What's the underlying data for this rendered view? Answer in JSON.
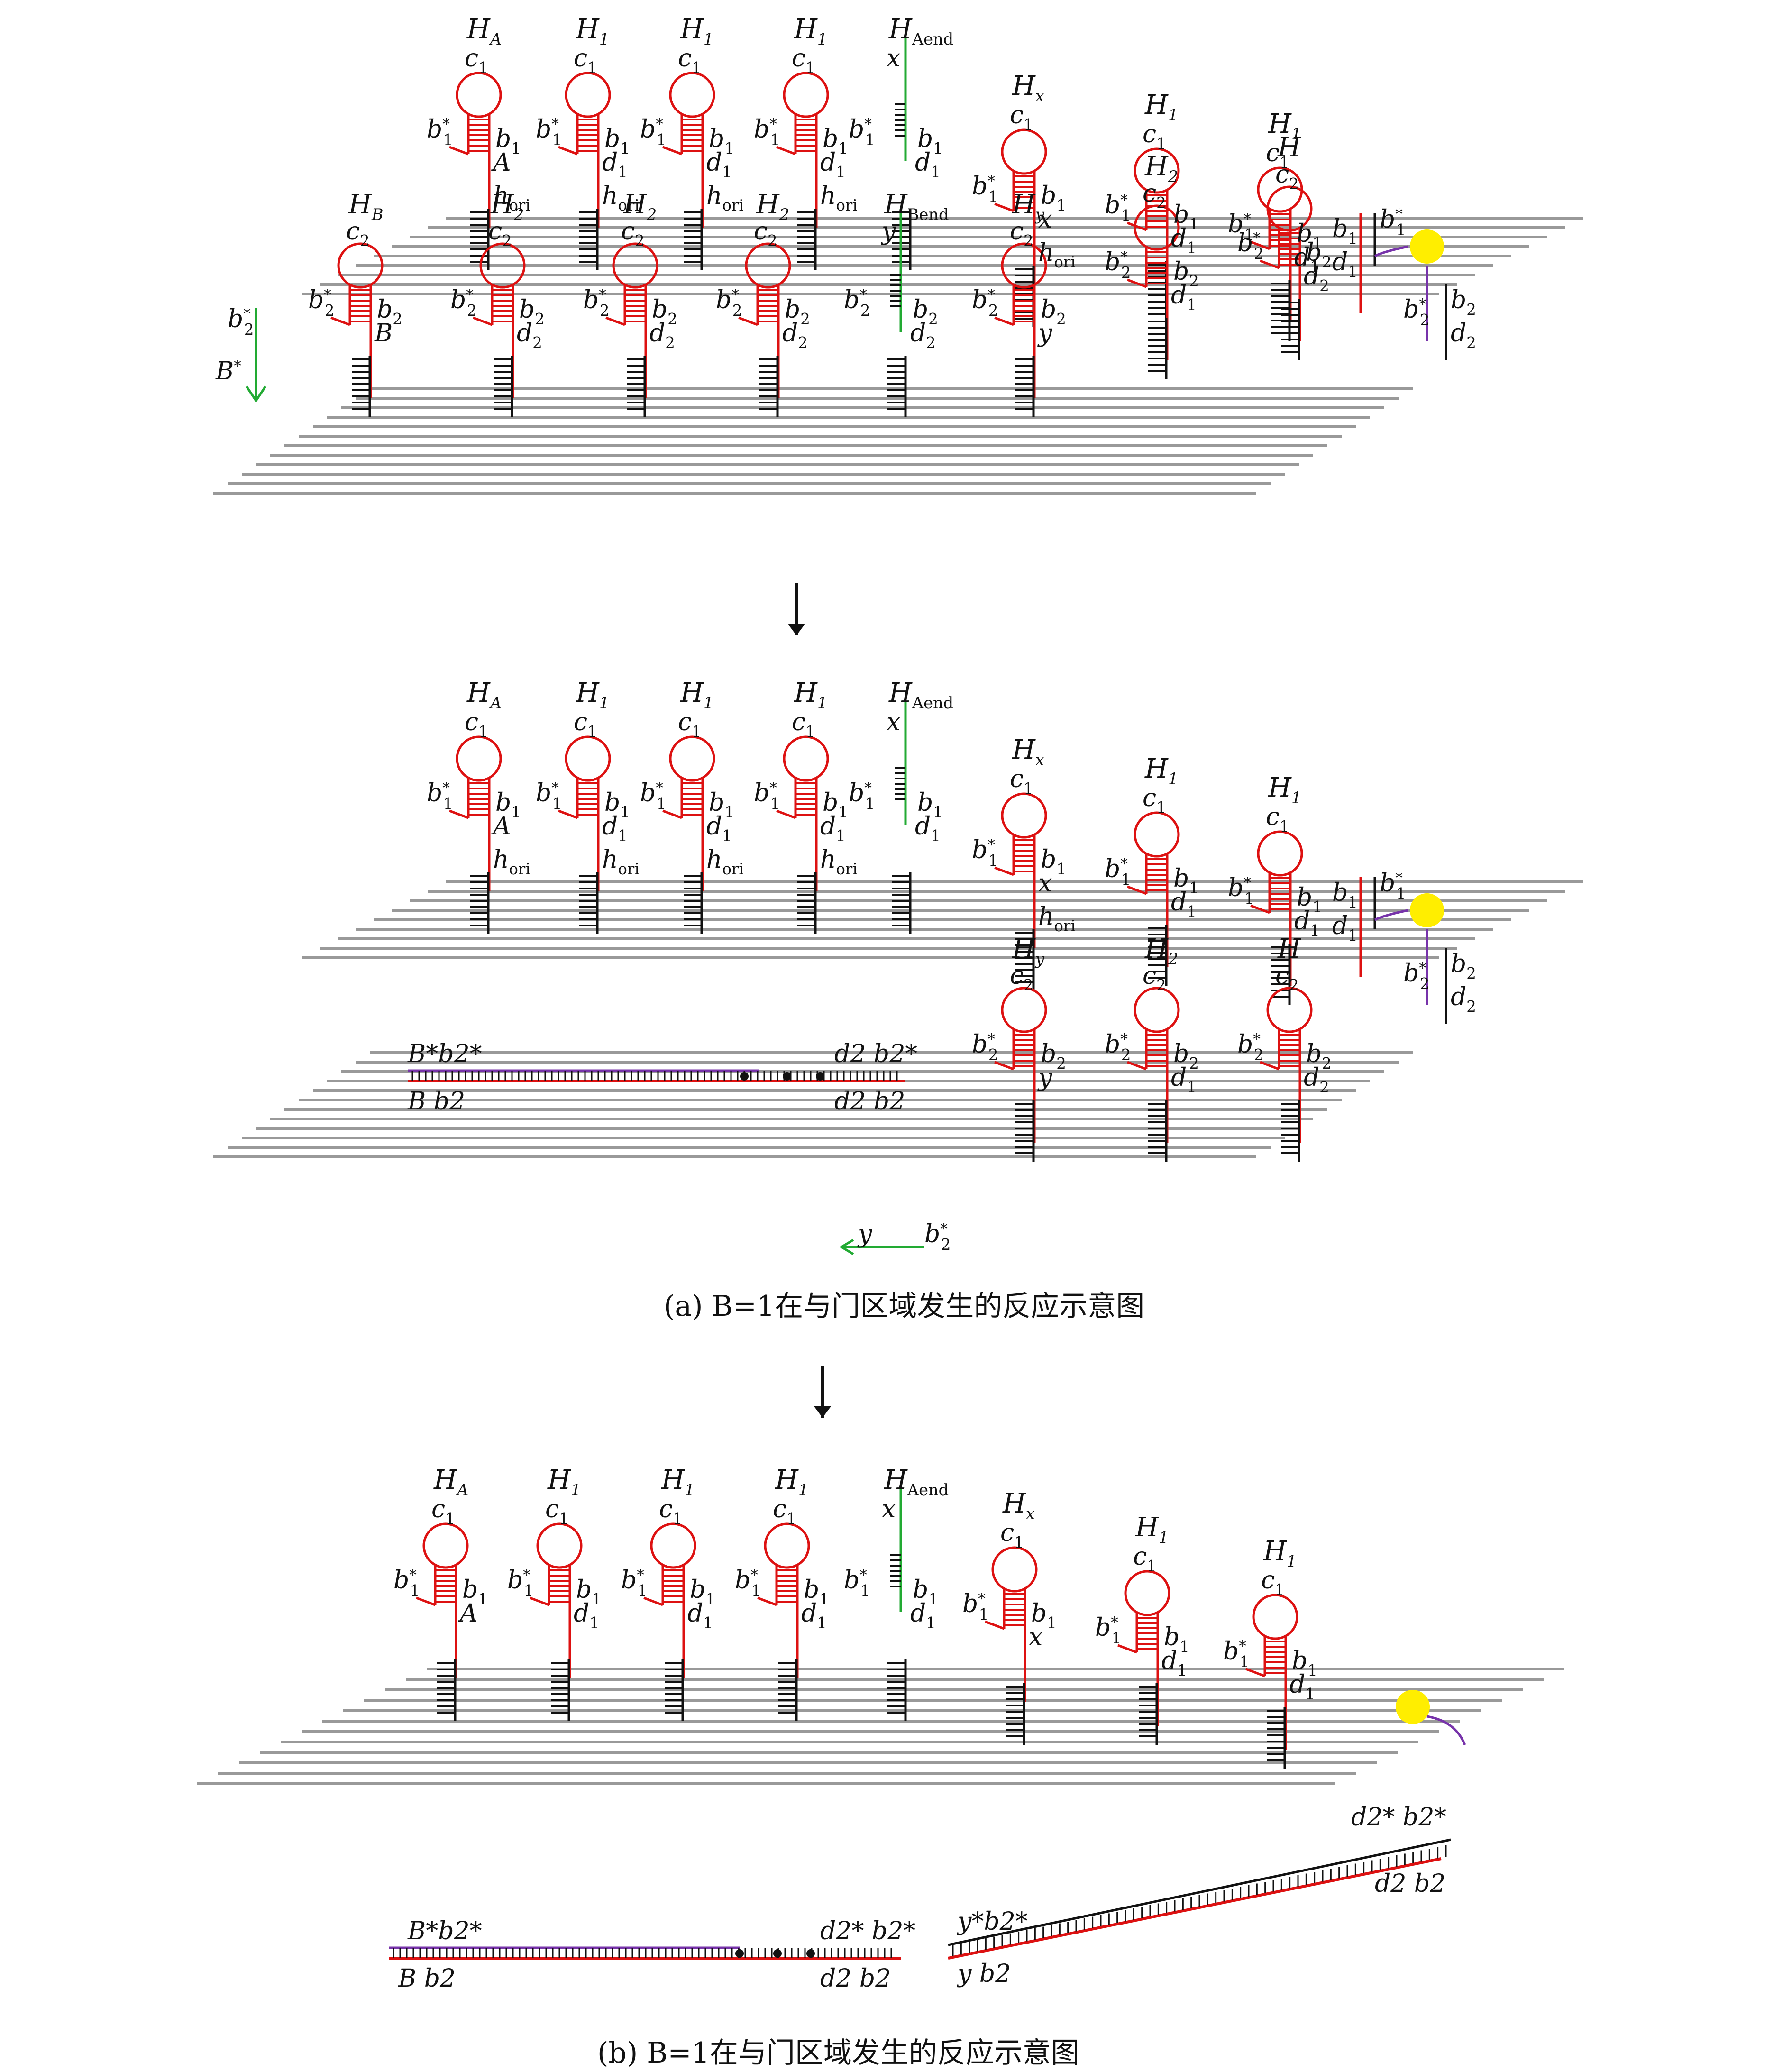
{
  "captions": {
    "a": "(a) B=1在与门区域发生的反应示意图",
    "b": "(b) B=1在与门区域发生的反应示意图"
  },
  "input_strand": {
    "top": "b2*",
    "bottom": "B*"
  },
  "released_strand": {
    "left": "y",
    "right": "b2*"
  },
  "top_row": [
    {
      "name": "H",
      "sub": "A",
      "loop": "c1",
      "left": "b1*",
      "right": "b1",
      "mid": "A",
      "base": "hori"
    },
    {
      "name": "H",
      "sub": "1",
      "loop": "c1",
      "left": "b1*",
      "right": "b1",
      "mid": "d1",
      "base": "hori"
    },
    {
      "name": "H",
      "sub": "1",
      "loop": "c1",
      "left": "b1*",
      "right": "b1",
      "mid": "d1",
      "base": "hori"
    },
    {
      "name": "H",
      "sub": "1",
      "loop": "c1",
      "left": "b1*",
      "right": "b1",
      "mid": "d1",
      "base": "hori"
    },
    {
      "name": "H",
      "sub": "Aend",
      "loop": "x",
      "left": "b1*",
      "right": "b1",
      "mid": "d1",
      "base": ""
    },
    {
      "name": "H",
      "sub": "x",
      "loop": "c1",
      "left": "b1*",
      "right": "b1",
      "mid": "x",
      "base": "hori"
    },
    {
      "name": "H",
      "sub": "1",
      "loop": "c1",
      "left": "b1*",
      "right": "b1",
      "mid": "d1",
      "base": ""
    },
    {
      "name": "H",
      "sub": "1",
      "loop": "c1",
      "left": "b1*",
      "right": "b1",
      "mid": "d1",
      "base": ""
    }
  ],
  "bottom_row": [
    {
      "name": "H",
      "sub": "B",
      "loop": "c2",
      "left": "b2*",
      "right": "b2",
      "mid": "B"
    },
    {
      "name": "H",
      "sub": "2",
      "loop": "c2",
      "left": "b2*",
      "right": "b2",
      "mid": "d2"
    },
    {
      "name": "H",
      "sub": "2",
      "loop": "c2",
      "left": "b2*",
      "right": "b2",
      "mid": "d2"
    },
    {
      "name": "H",
      "sub": "2",
      "loop": "c2",
      "left": "b2*",
      "right": "b2",
      "mid": "d2"
    },
    {
      "name": "H",
      "sub": "Bend",
      "loop": "y",
      "left": "b2*",
      "right": "b2",
      "mid": "d2"
    },
    {
      "name": "H",
      "sub": "y",
      "loop": "c2",
      "left": "b2*",
      "right": "b2",
      "mid": "y"
    },
    {
      "name": "H",
      "sub": "2",
      "loop": "c2",
      "left": "b2*",
      "right": "b2",
      "mid": "d1"
    },
    {
      "name": "H",
      "sub": "",
      "loop": "c2",
      "left": "b2*",
      "right": "b2",
      "mid": "d2"
    }
  ],
  "reporter": {
    "top_left": "b1",
    "top_right": "b1*",
    "mid_left": "d1",
    "bot_left": "b2*",
    "bot_right": "b2",
    "bot_mid": "d2"
  },
  "polymer_a": {
    "top_left": "B*b2*",
    "top_right": "d2 b2*",
    "bot_left": "B  b2",
    "bot_right": "d2 b2"
  },
  "polymer_b": {
    "top_left": "B*b2*",
    "top_right": "d2* b2*",
    "bot_left": "B  b2",
    "bot_right": "d2 b2",
    "ext_left": "y*b2*",
    "ext_bot": "y  b2",
    "ext_top_right": "d2* b2*",
    "ext_bot_right": "d2 b2"
  },
  "colors": {
    "hairpin": "#dd1111",
    "green": "#22aa33",
    "purple": "#7733aa",
    "fluor": "#ffee00",
    "grid": "#999999"
  }
}
